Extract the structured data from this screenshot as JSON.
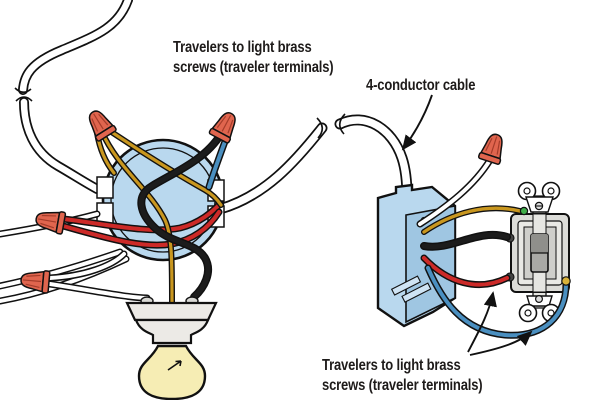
{
  "figure": {
    "type": "wiring-diagram",
    "subject": "Three-way switch and light fixture wiring"
  },
  "annotations": {
    "travelers_top": {
      "line1": "Travelers to light brass",
      "line2": "screws (traveler terminals)"
    },
    "conductor_cable": {
      "text": "4-conductor cable"
    },
    "travelers_bottom": {
      "line1": "Travelers to light brass",
      "line2": "screws (traveler terminals)"
    }
  },
  "components": [
    "ceiling-box",
    "cable-clamp",
    "wire-nut",
    "light-fixture",
    "light-bulb",
    "four-conductor-cable",
    "switch-box",
    "three-way-switch",
    "toggle",
    "mounting-strap",
    "green-terminal-screw",
    "brass-terminal-screw",
    "traveler-wire-red",
    "traveler-wire-black",
    "traveler-wire-brass",
    "traveler-wire-blue",
    "neutral-wire-white"
  ],
  "colors": {
    "background": "#ffffff",
    "box_blue": "#b9d8ee",
    "box_blue_dark": "#9fc6e2",
    "box_blue_light": "#cfe4f4",
    "wire_black": "#1c1c1c",
    "wire_red": "#cc2a28",
    "wire_brass": "#c9971f",
    "wire_blue": "#4a8fc0",
    "wire_white": "#ffffff",
    "wire_nut": "#e0654e",
    "wire_nut_dark": "#a53c2a",
    "bulb_yellow": "#f6edb4",
    "fixture_gray": "#eceae6",
    "switch_gray": "#dcdcd8",
    "switch_inner": "#e9e9e5",
    "switch_recess": "#cfcfcb",
    "toggle_gray": "#a9a9a5",
    "toggle_dark": "#8f8f8b",
    "strap_gray": "#e6e6e2",
    "green_screw": "#3fae49",
    "brass_screw": "#d8b23a",
    "line": "#111111",
    "text": "#1e1b1a"
  }
}
